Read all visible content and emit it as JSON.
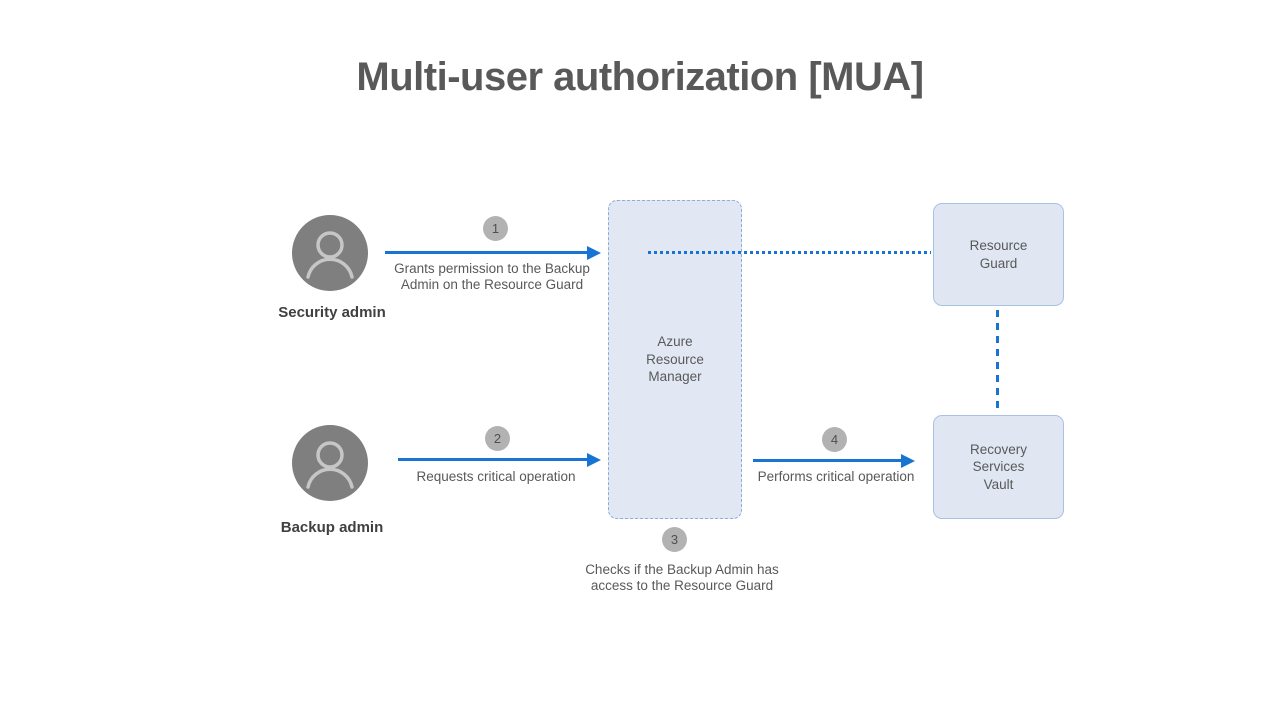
{
  "title": "Multi-user authorization [MUA]",
  "actors": {
    "security": {
      "label": "Security admin"
    },
    "backup": {
      "label": "Backup admin"
    }
  },
  "nodes": {
    "arm": {
      "label": "Azure\nResource\nManager"
    },
    "resource_guard": {
      "label": "Resource\nGuard"
    },
    "recovery_vault": {
      "label": "Recovery\nServices\nVault"
    }
  },
  "steps": [
    {
      "number": "1",
      "caption": "Grants permission to the Backup\nAdmin on the Resource Guard"
    },
    {
      "number": "2",
      "caption": "Requests critical operation"
    },
    {
      "number": "3",
      "caption": "Checks if the Backup Admin has\naccess to the Resource Guard"
    },
    {
      "number": "4",
      "caption": "Performs critical operation"
    }
  ],
  "colors": {
    "arrow_blue": "#1874d2",
    "box_fill": "#e2e8f3",
    "box_border_solid": "#a9c2e4",
    "box_border_dashed": "#8faadc",
    "badge_gray": "#b2b2b2",
    "text_gray": "#595959",
    "avatar_fill": "#7f7f7f",
    "avatar_icon": "#c6c6c6"
  }
}
